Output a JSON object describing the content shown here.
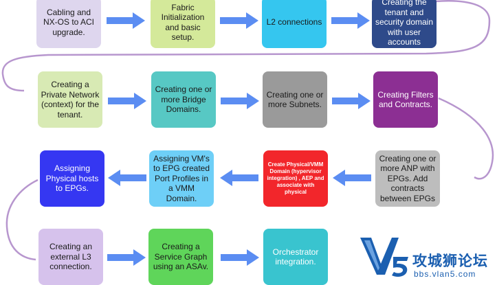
{
  "steps": {
    "s1": "Cabling and NX-OS to ACI upgrade.",
    "s2": "Fabric Initialization and basic setup.",
    "s3": "L2 connections",
    "s4": "Creating the tenant and security domain with user accounts",
    "s5": "Creating a Private Network (context) for the tenant.",
    "s6": "Creating one or more Bridge Domains.",
    "s7": "Creating one or more Subnets.",
    "s8": "Creating Filters and Contracts.",
    "s9": "Creating one or more ANP with EPGs. Add contracts between EPGs",
    "s10": "Create Physical/VMM Domain (hypervisor integration) , AEP and associate with physical",
    "s11": "Assigning VM's to EPG created Port Profiles in a VMM Domain.",
    "s12": "Assigning Physical hosts to EPGs.",
    "s13": "Creating an external L3 connection.",
    "s14": "Creating a Service Graph using an ASAv.",
    "s15": "Orchestrator integration."
  },
  "watermark": {
    "mark": "V5",
    "name": "攻城狮论坛",
    "url": "bbs.vlan5.com"
  },
  "colors": {
    "arrow": "#5b8df2",
    "connector": "#7b3fa6",
    "lavender": "#ded6ee",
    "lime": "#d4e99a",
    "cyan": "#35c6ef",
    "navy": "#2e4a8a",
    "sage": "#d8eab4",
    "teal": "#57c8c4",
    "grey": "#9a9a9a",
    "purple": "#8c2f93",
    "lightgrey": "#bdbdbd",
    "red": "#f2262b",
    "skyblue": "#6ecff7",
    "blue": "#3537f2",
    "lilac": "#d6c2ec",
    "green": "#5fd55a",
    "turquoise": "#39c4cf",
    "logo": "#1b5fb0"
  }
}
